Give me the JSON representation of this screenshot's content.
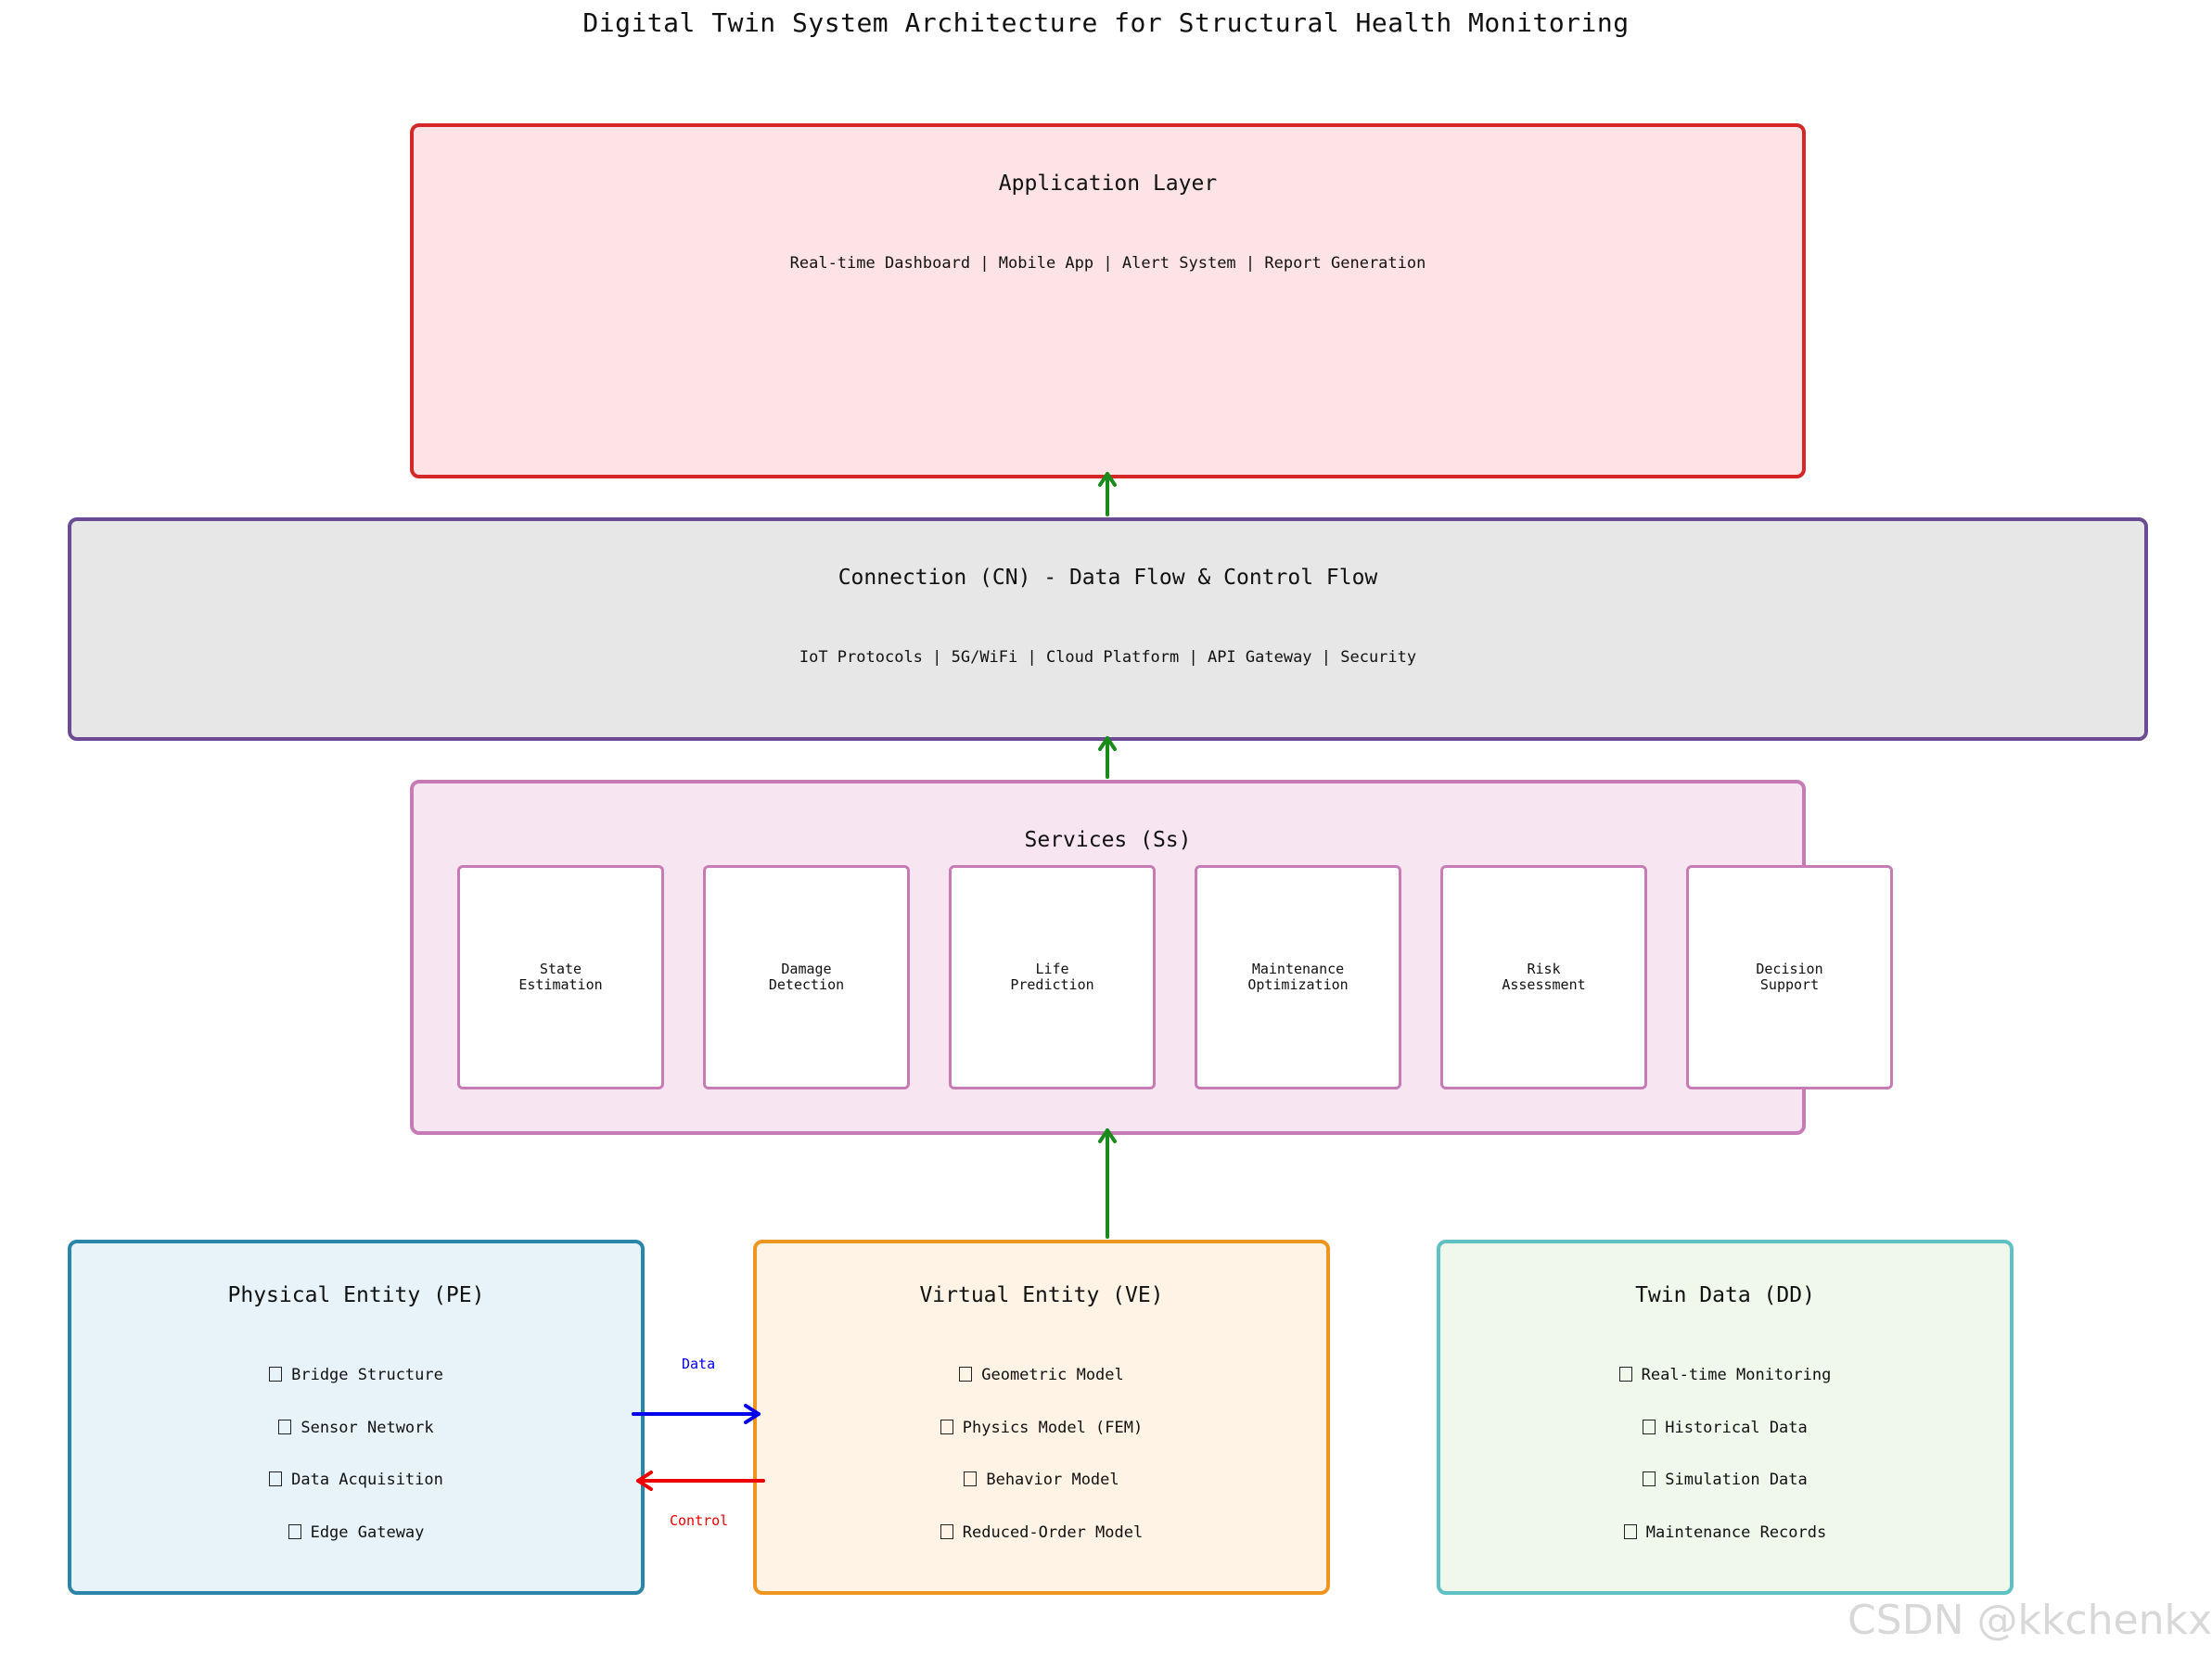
{
  "title": "Digital Twin System Architecture for Structural Health Monitoring",
  "application_layer": {
    "title": "Application Layer",
    "subtitle": "Real-time Dashboard | Mobile App | Alert System | Report Generation"
  },
  "connection_layer": {
    "title": "Connection (CN) - Data Flow & Control Flow",
    "subtitle": "IoT Protocols | 5G/WiFi | Cloud Platform | API Gateway | Security"
  },
  "services_layer": {
    "title": "Services (Ss)",
    "items": [
      "State\nEstimation",
      "Damage\nDetection",
      "Life\nPrediction",
      "Maintenance\nOptimization",
      "Risk\nAssessment",
      "Decision\nSupport"
    ]
  },
  "physical_entity": {
    "title": "Physical Entity (PE)",
    "items": [
      "Bridge Structure",
      "Sensor Network",
      "Data Acquisition",
      "Edge Gateway"
    ]
  },
  "virtual_entity": {
    "title": "Virtual Entity (VE)",
    "items": [
      "Geometric Model",
      "Physics Model (FEM)",
      "Behavior Model",
      "Reduced-Order Model"
    ]
  },
  "twin_data": {
    "title": "Twin Data (DD)",
    "items": [
      "Real-time Monitoring",
      "Historical Data",
      "Simulation Data",
      "Maintenance Records"
    ]
  },
  "flows": {
    "data_label": "Data",
    "control_label": "Control"
  },
  "colors": {
    "application_border": "#d62728",
    "connection_border": "#6a4b94",
    "services_border": "#c67bb5",
    "physical_border": "#2a86a8",
    "virtual_border": "#ee9520",
    "twin_border": "#5ec2c4",
    "upward_arrow": "#1a8a1a",
    "data_arrow": "#0000ee",
    "control_arrow": "#ee0000"
  },
  "watermark": "CSDN @kkchenkx"
}
